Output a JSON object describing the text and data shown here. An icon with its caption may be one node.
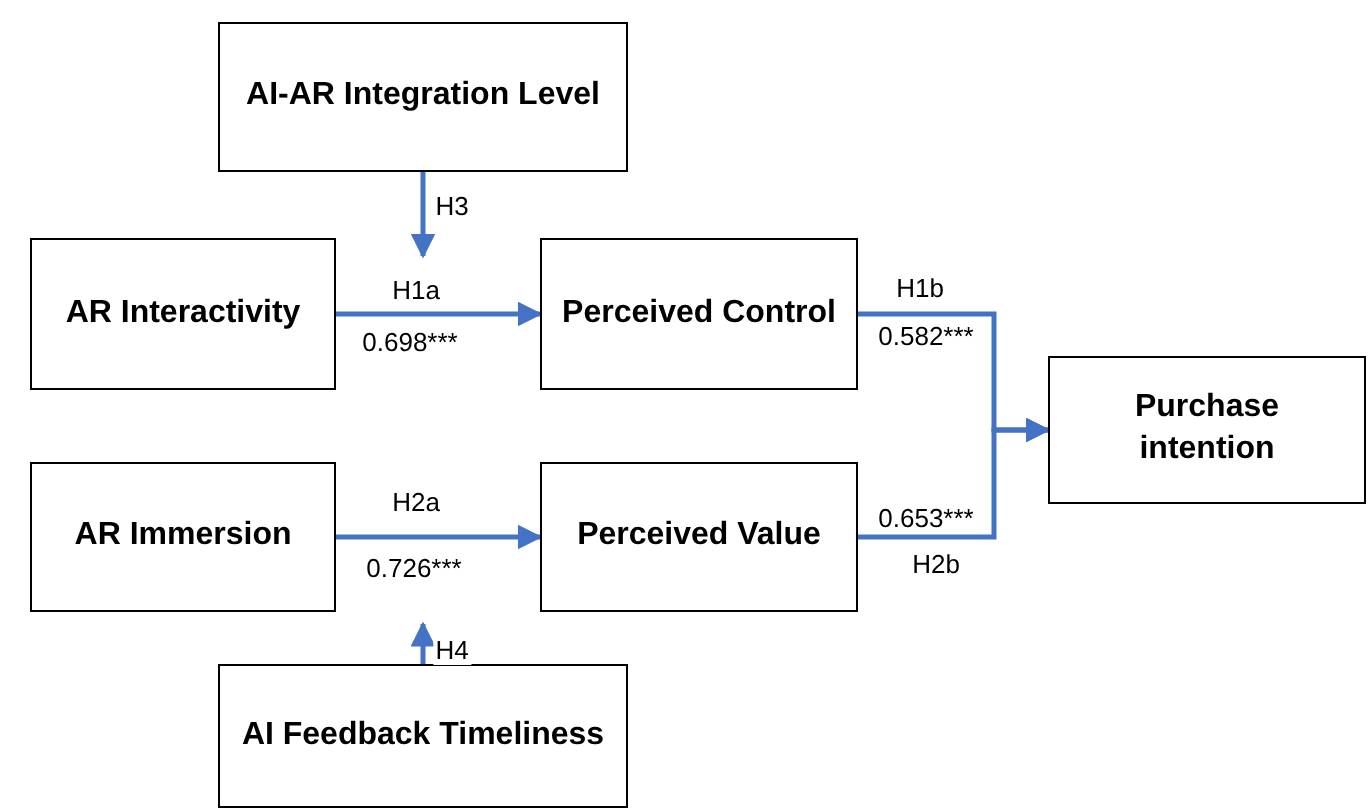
{
  "diagram": {
    "nodes": [
      {
        "text": [
          "AI-AR Integration Level"
        ]
      },
      {
        "text": [
          "AR Interactivity"
        ]
      },
      {
        "text": [
          "Perceived Control"
        ]
      },
      {
        "text": [
          "Purchase intention"
        ]
      },
      {
        "text": [
          "AR Immersion"
        ]
      },
      {
        "text": [
          "Perceived Value"
        ]
      },
      {
        "text": [
          "AI Feedback Timeliness"
        ]
      }
    ],
    "edges": [
      {
        "from": 1,
        "to": 2,
        "arrow": "to",
        "label": "H1a"
      },
      {
        "from": 4,
        "to": 5,
        "arrow": "to",
        "label": "H2a"
      },
      {
        "from": 2,
        "to": 3,
        "arrow": "to",
        "label": "H1b"
      },
      {
        "from": 5,
        "to": 3,
        "arrow": "to",
        "label": "H2b"
      },
      {
        "from": 0,
        "to": null,
        "arrow": "to",
        "label": "H3"
      },
      {
        "from": 6,
        "to": null,
        "arrow": "to",
        "label": "H4"
      }
    ],
    "labels": [
      "0.698***",
      "0.582***",
      "0.726***",
      "0.653***"
    ]
  }
}
